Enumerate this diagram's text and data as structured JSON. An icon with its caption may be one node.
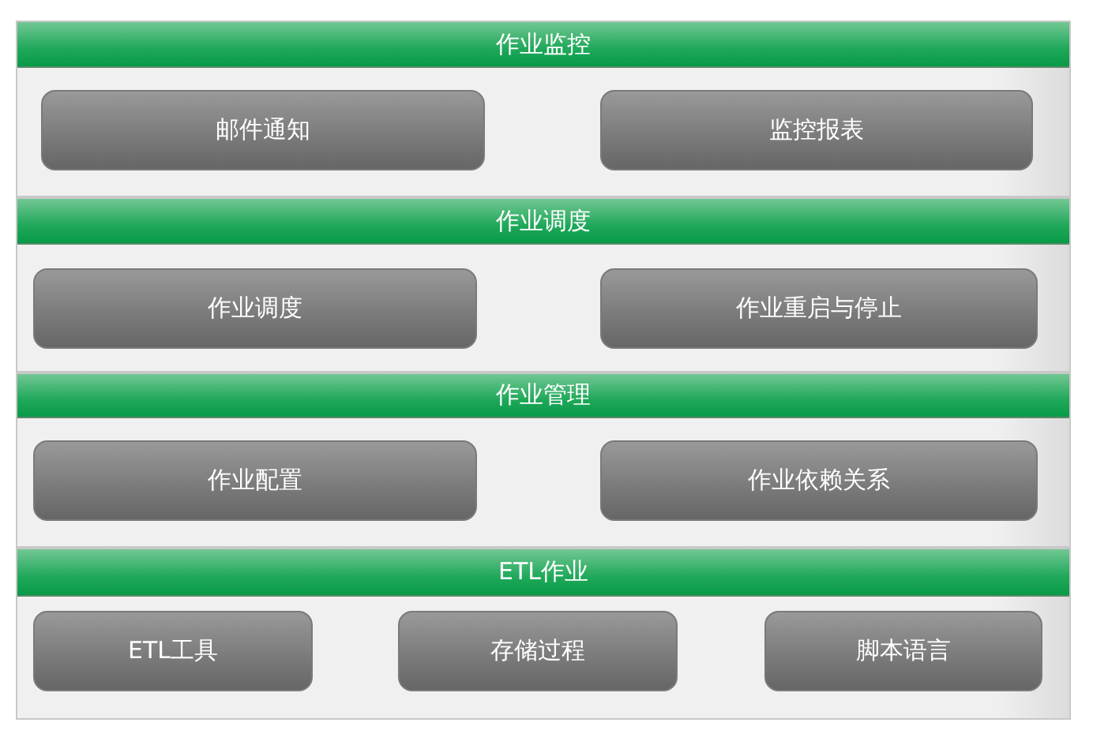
{
  "diagram": {
    "nodes": [
      {
        "text": [
          "作业监控"
        ]
      },
      {
        "text": [
          "邮件通知"
        ],
        "in": 0
      },
      {
        "text": [
          "监控报表"
        ],
        "in": 0
      },
      {
        "text": [
          "作业调度"
        ]
      },
      {
        "text": [
          "作业调度"
        ],
        "in": 3
      },
      {
        "text": [
          "作业重启与停止"
        ],
        "in": 3
      },
      {
        "text": [
          "作业管理"
        ]
      },
      {
        "text": [
          "作业配置"
        ],
        "in": 6
      },
      {
        "text": [
          "作业依赖关系"
        ],
        "in": 6
      },
      {
        "text": [
          "ETL作业"
        ]
      },
      {
        "text": [
          "ETL工具"
        ],
        "in": 9
      },
      {
        "text": [
          "存储过程"
        ],
        "in": 9
      },
      {
        "text": [
          "脚本语言"
        ],
        "in": 9
      }
    ]
  }
}
